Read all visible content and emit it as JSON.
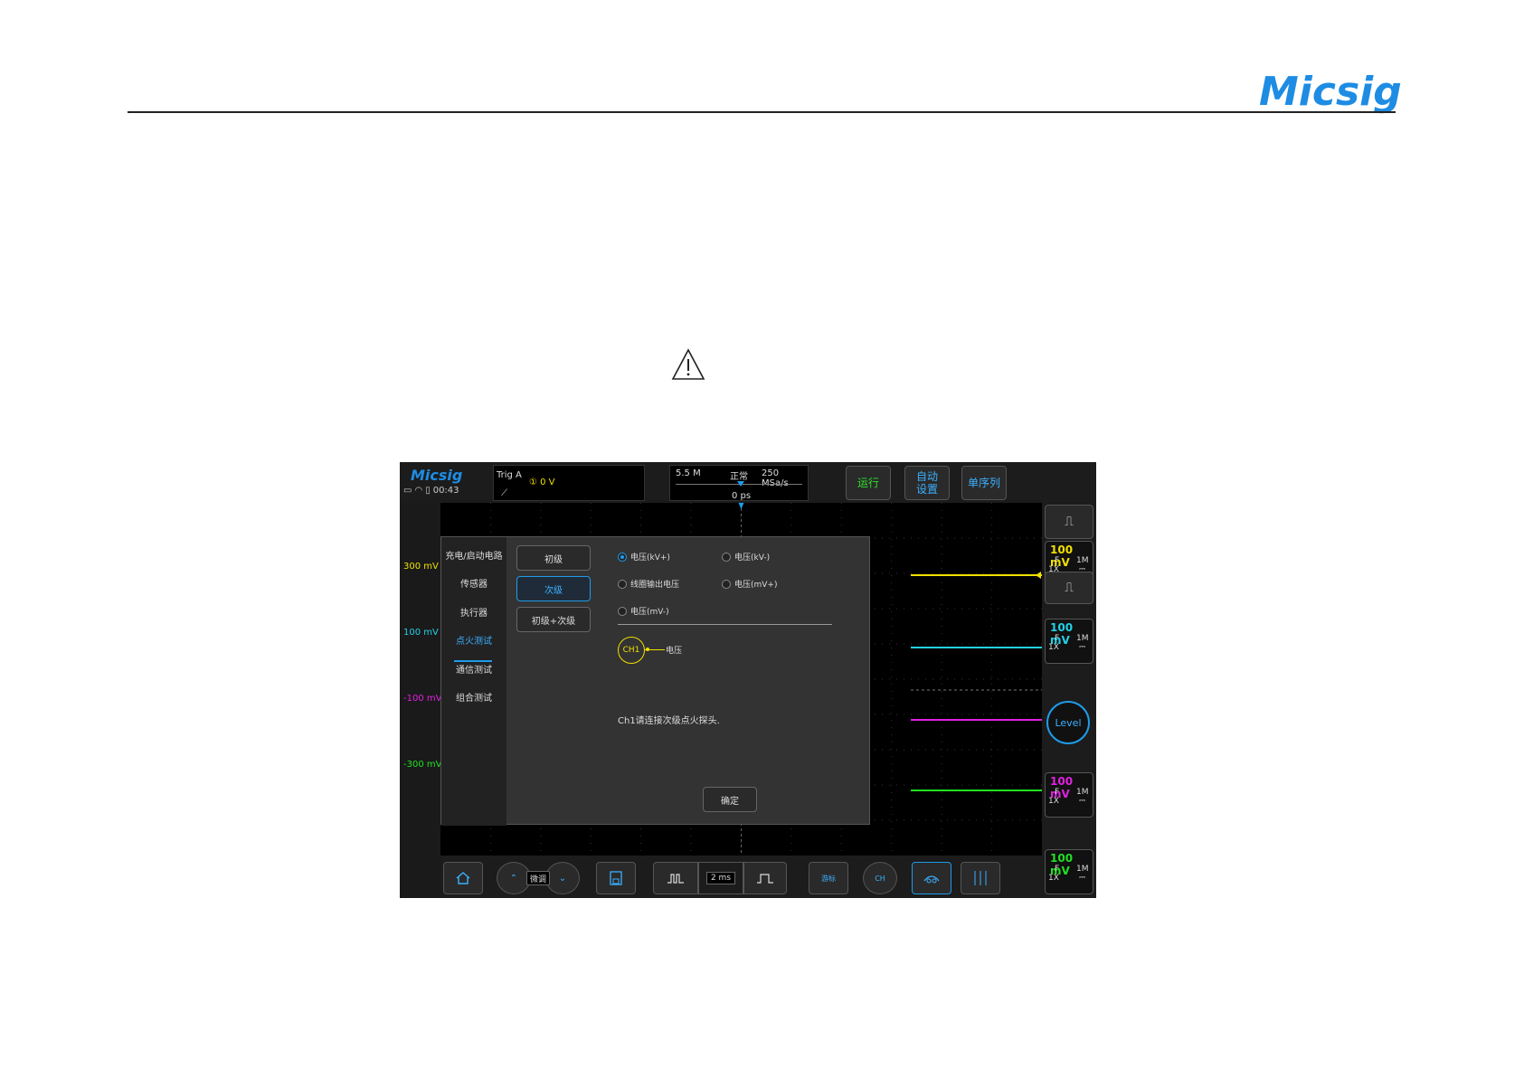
{
  "document": {
    "brand": "Micsig",
    "warning_icon": "warning-triangle-icon"
  },
  "scope": {
    "logo": "Micsig",
    "status": {
      "time": "00:43",
      "icons": [
        "display-icon",
        "wifi-icon",
        "battery-icon"
      ]
    },
    "trigger": {
      "label": "Trig  A",
      "channel_level": "① 0  V",
      "slope": "⟋"
    },
    "acquisition": {
      "memory": "5.5 M",
      "mode": "正常",
      "rate": "250 MSa/s",
      "offset": "0 ps"
    },
    "buttons": {
      "run": "运行",
      "auto_line1": "自动",
      "auto_line2": "设置",
      "single": "单序列"
    },
    "colors": {
      "ch1": "#f0e000",
      "ch2": "#22d0e8",
      "ch3": "#e020e0",
      "ch4": "#22e022",
      "accent": "#1e9be8"
    },
    "y_labels": [
      {
        "text": "300 mV",
        "color": "#f0e000"
      },
      {
        "text": "100 mV",
        "color": "#22d0e8"
      },
      {
        "text": "-100 mV",
        "color": "#e020e0"
      },
      {
        "text": "-300 mV",
        "color": "#22e022"
      }
    ],
    "channels": [
      {
        "scale": "100 mV",
        "coupling": "F",
        "impedance": "1M",
        "probe": "1X",
        "dc": "⎓",
        "color": "#f0e000"
      },
      {
        "scale": "100 mV",
        "coupling": "F",
        "impedance": "1M",
        "probe": "1X",
        "dc": "⎓",
        "color": "#22d0e8"
      },
      {
        "scale": "100 mV",
        "coupling": "F",
        "impedance": "1M",
        "probe": "1X",
        "dc": "⎓",
        "color": "#e020e0"
      },
      {
        "scale": "100 mV",
        "coupling": "F",
        "impedance": "1M",
        "probe": "1X",
        "dc": "⎓",
        "color": "#22e022"
      }
    ],
    "right_panel": {
      "trig_btn1": "⎍",
      "trig_btn2": "⎍",
      "level": "Level"
    },
    "dialog": {
      "menu": [
        "充电/启动电路",
        "传感器",
        "执行器",
        "点火测试",
        "通信测试",
        "组合测试"
      ],
      "active_menu": "点火测试",
      "options": [
        "初级",
        "次级",
        "初级+次级"
      ],
      "selected_option": "次级",
      "radios": [
        {
          "label": "电压(kV+)",
          "checked": true
        },
        {
          "label": "电压(kV-)",
          "checked": false
        },
        {
          "label": "线圈输出电压",
          "checked": false
        },
        {
          "label": "电压(mV+)",
          "checked": false
        },
        {
          "label": "电压(mV-)",
          "checked": false
        }
      ],
      "ch1_badge": "CH1",
      "ch1_signal": "电压",
      "hint": "Ch1请连接次级点火探头.",
      "ok": "确定"
    },
    "bottom": {
      "fine": "微调",
      "timebase": "2 ms",
      "cursor": "游标",
      "ch": "CH",
      "home_icon": "home-icon",
      "save_icon": "save-icon",
      "probe_icon": "probe-icon",
      "measure_icon": "measure-icon"
    }
  }
}
